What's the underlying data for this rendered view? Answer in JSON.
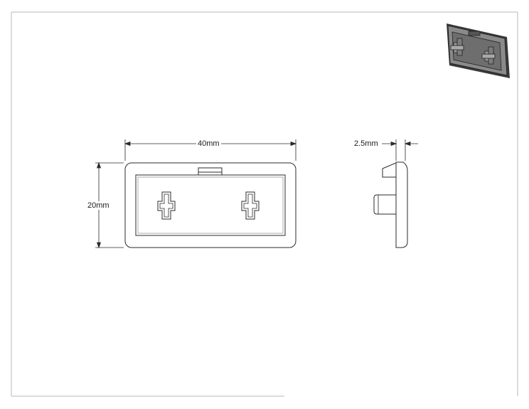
{
  "dimensions": {
    "width_label": "40mm",
    "height_label": "20mm",
    "thickness_label": "2.5mm"
  },
  "colors": {
    "line": "#2b2b2b",
    "frame": "#b8b8b8",
    "thumbnail_fill": "#6e6e6e",
    "thumbnail_shadow": "#3a3a3a"
  }
}
